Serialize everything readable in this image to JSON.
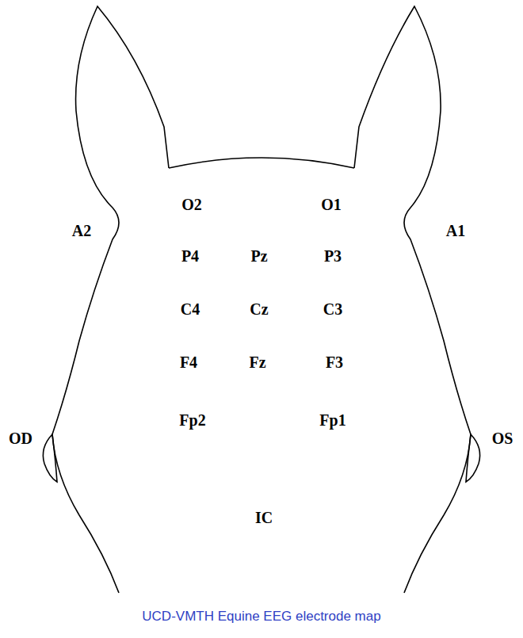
{
  "diagram": {
    "caption": "UCD-VMTH Equine EEG electrode map",
    "labels": [
      "O2",
      "O1",
      "A2",
      "P4",
      "Pz",
      "P3",
      "A1",
      "C4",
      "Cz",
      "C3",
      "F4",
      "Fz",
      "F3",
      "Fp2",
      "Fp1",
      "OD",
      "OS",
      "IC"
    ]
  }
}
